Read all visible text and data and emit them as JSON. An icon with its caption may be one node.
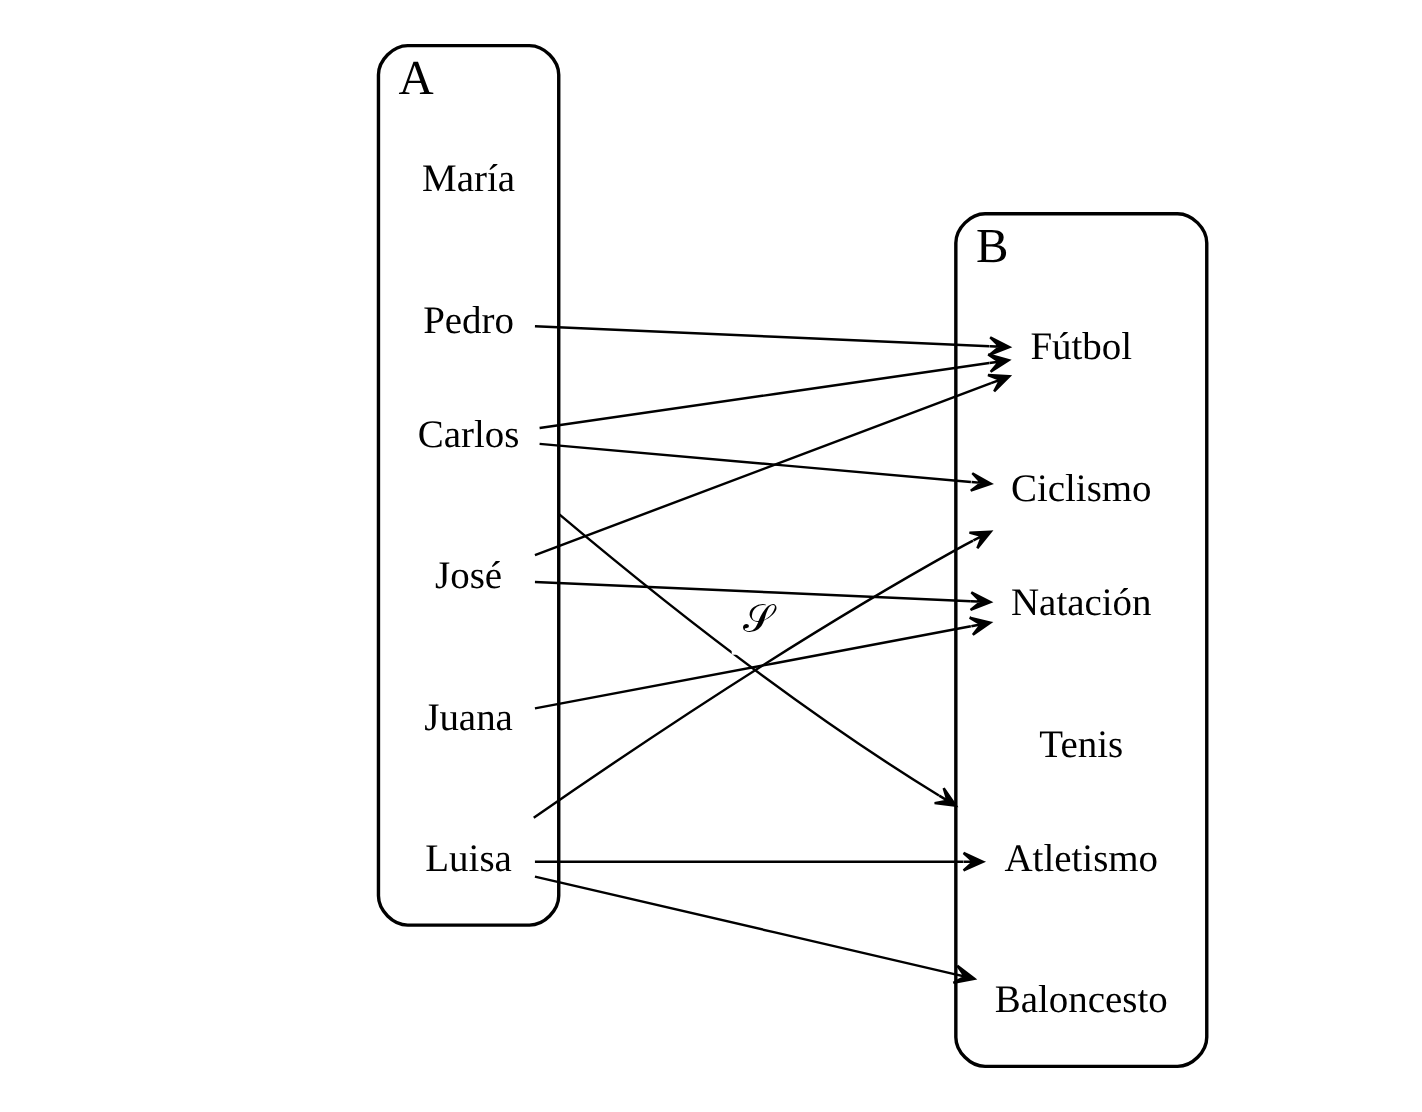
{
  "diagram": {
    "nodes": [
      {
        "text": [
          "A"
        ]
      },
      {
        "text": [
          "Carlos"
        ],
        "in": 0
      },
      {
        "text": [
          "José"
        ],
        "in": 0
      },
      {
        "text": [
          "Juana"
        ],
        "in": 0
      },
      {
        "text": [
          "Luisa"
        ],
        "in": 0
      },
      {
        "text": [
          "María"
        ],
        "in": 0
      },
      {
        "text": [
          "Pedro"
        ],
        "in": 0
      },
      {
        "text": [
          "B"
        ]
      },
      {
        "text": [
          "Atletismo"
        ],
        "in": 7
      },
      {
        "text": [
          "Baloncesto"
        ],
        "in": 7
      },
      {
        "text": [
          "Ciclismo"
        ],
        "in": 7
      },
      {
        "text": [
          "Fútbol"
        ],
        "in": 7
      },
      {
        "text": [
          "Natación"
        ],
        "in": 7
      },
      {
        "text": [
          "Tenis"
        ],
        "in": 7
      }
    ],
    "edges": [
      {
        "from": 0,
        "to": 7,
        "arrow": "to",
        "label": "𝒮"
      },
      {
        "from": 1,
        "to": 10,
        "arrow": "to"
      },
      {
        "from": 1,
        "to": 11,
        "arrow": "to"
      },
      {
        "from": 2,
        "to": 11,
        "arrow": "to"
      },
      {
        "from": 2,
        "to": 12,
        "arrow": "to"
      },
      {
        "from": 3,
        "to": 12,
        "arrow": "to"
      },
      {
        "from": 4,
        "to": 8,
        "arrow": "to"
      },
      {
        "from": 4,
        "to": 9,
        "arrow": "to"
      },
      {
        "from": 4,
        "to": 10,
        "arrow": "to"
      },
      {
        "from": 6,
        "to": 11,
        "arrow": "to"
      }
    ]
  }
}
